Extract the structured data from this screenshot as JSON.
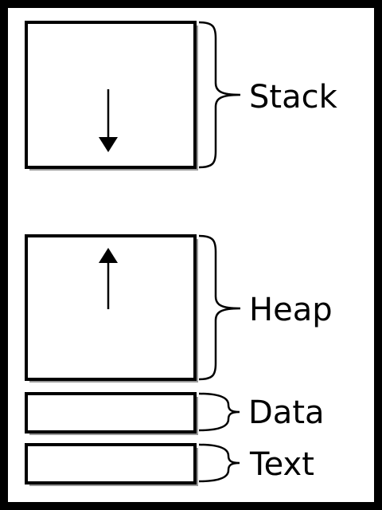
{
  "segments": [
    {
      "id": "stack",
      "label": "Stack",
      "growth": "down"
    },
    {
      "id": "heap",
      "label": "Heap",
      "growth": "up"
    },
    {
      "id": "data",
      "label": "Data",
      "growth": "none"
    },
    {
      "id": "text",
      "label": "Text",
      "growth": "none"
    }
  ],
  "colors": {
    "stroke": "#000000",
    "shadow": "#999999",
    "background": "#ffffff"
  }
}
